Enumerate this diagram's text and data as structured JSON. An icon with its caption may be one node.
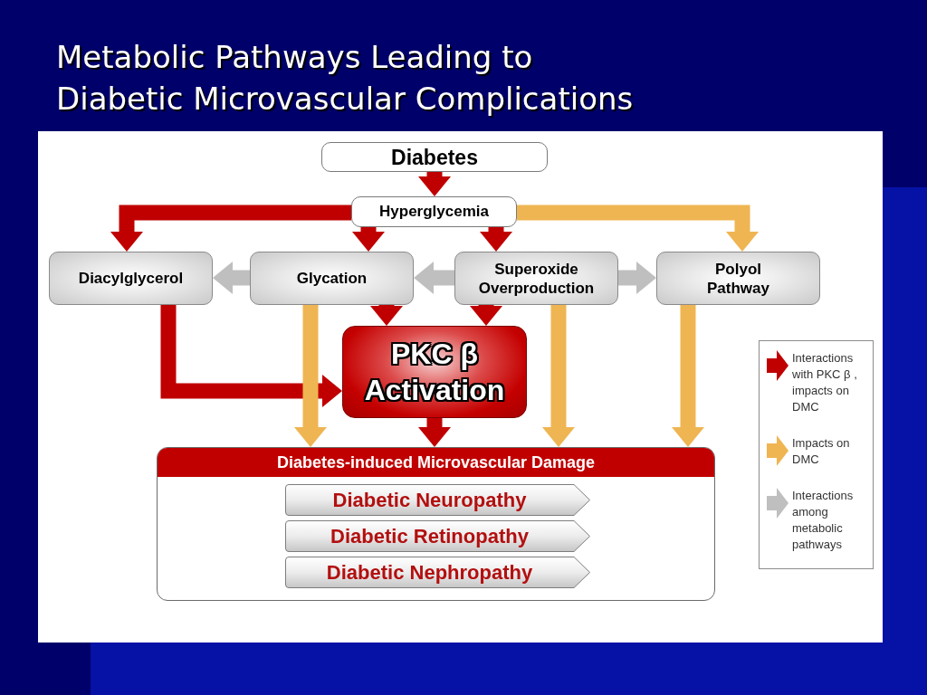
{
  "diagram": {
    "title": "Metabolic Pathways Leading to Diabetic Microvascular Complications",
    "nodes": [
      {
        "text": [
          "Diabetes"
        ]
      },
      {
        "text": [
          "Hyperglycemia"
        ]
      },
      {
        "text": [
          "Diacylglycerol"
        ]
      },
      {
        "text": [
          "Glycation"
        ]
      },
      {
        "text": [
          "Superoxide Overproduction"
        ]
      },
      {
        "text": [
          "Polyol Pathway"
        ]
      },
      {
        "text": [
          "PKC β Activation"
        ]
      },
      {
        "text": [
          "Diabetes-induced Microvascular Damage"
        ]
      },
      {
        "text": [
          "Diabetic Neuropathy"
        ],
        "in": 7
      },
      {
        "text": [
          "Diabetic Retinopathy"
        ],
        "in": 7
      },
      {
        "text": [
          "Diabetic Nephropathy"
        ],
        "in": 7
      }
    ],
    "edges": [
      {
        "from": 0,
        "to": 1,
        "arrow": "to"
      },
      {
        "from": 1,
        "to": 2,
        "arrow": "to"
      },
      {
        "from": 1,
        "to": 3,
        "arrow": "to"
      },
      {
        "from": 1,
        "to": 4,
        "arrow": "to"
      },
      {
        "from": 1,
        "to": 5,
        "arrow": "to",
        "color": "#efb552"
      },
      {
        "from": 3,
        "to": 2,
        "arrow": "to",
        "color": "#bfbfbf"
      },
      {
        "from": 4,
        "to": 3,
        "arrow": "to",
        "color": "#bfbfbf"
      },
      {
        "from": 4,
        "to": 5,
        "arrow": "to",
        "color": "#bfbfbf"
      },
      {
        "from": 2,
        "to": 6,
        "arrow": "to"
      },
      {
        "from": 3,
        "to": 6,
        "arrow": "to"
      },
      {
        "from": 4,
        "to": 6,
        "arrow": "to"
      },
      {
        "from": 3,
        "to": 7,
        "arrow": "to",
        "color": "#efb552"
      },
      {
        "from": 4,
        "to": 7,
        "arrow": "to",
        "color": "#efb552"
      },
      {
        "from": 5,
        "to": 7,
        "arrow": "to",
        "color": "#efb552"
      },
      {
        "from": 6,
        "to": 7,
        "arrow": "to"
      }
    ],
    "legend": [
      {
        "text": "Interactions with PKC β , impacts on DMC",
        "color": "#c00000"
      },
      {
        "text": "Impacts on DMC",
        "color": "#efb552"
      },
      {
        "text": "Interactions among metabolic pathways",
        "color": "#bfbfbf"
      }
    ]
  }
}
